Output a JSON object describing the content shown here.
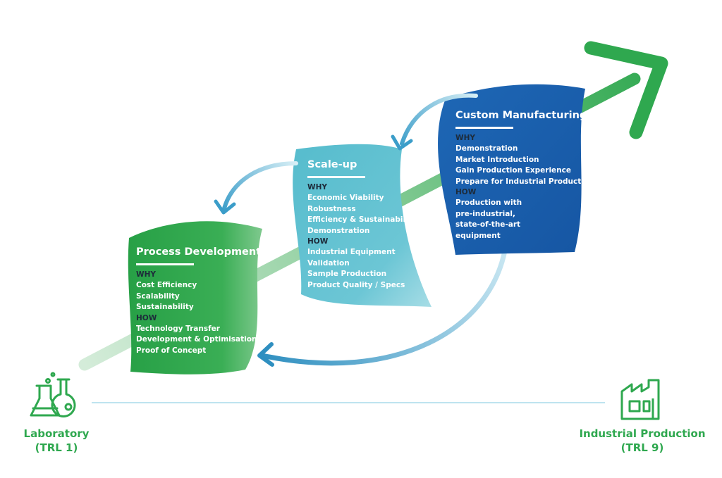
{
  "colors": {
    "green": "#2fa84f",
    "green_light": "#c9e6cf",
    "teal": "#5bbfd0",
    "blue": "#1b5fae",
    "dark_text": "#1d2b3a",
    "timeline": "#a9dcea"
  },
  "stages": [
    {
      "id": "process_development",
      "title": "Process Development",
      "why_label": "WHY",
      "why": [
        "Cost Efficiency",
        "Scalability",
        "Sustainability"
      ],
      "how_label": "HOW",
      "how": [
        "Technology Transfer",
        "Development & Optimisation",
        "Proof of Concept"
      ]
    },
    {
      "id": "scale_up",
      "title": "Scale-up",
      "why_label": "WHY",
      "why": [
        "Economic Viability",
        "Robustness",
        "Efficiency & Sustainability",
        "Demonstration"
      ],
      "how_label": "HOW",
      "how": [
        "Industrial Equipment",
        "Validation",
        "Sample Production",
        "Product Quality / Specs"
      ]
    },
    {
      "id": "custom_manufacturing",
      "title": "Custom Manufacturing",
      "why_label": "WHY",
      "why": [
        "Demonstration",
        "Market Introduction",
        "Gain Production Experience",
        "Prepare for Industrial Production"
      ],
      "how_label": "HOW",
      "how": [
        "Production with",
        "pre-industrial,",
        "state-of-the-art",
        "equipment"
      ]
    }
  ],
  "endpoints": {
    "start": {
      "line1": "Laboratory",
      "line2": "(TRL 1)",
      "icon": "lab-flask-icon"
    },
    "end": {
      "line1": "Industrial Production",
      "line2": "(TRL 9)",
      "icon": "factory-icon"
    }
  }
}
